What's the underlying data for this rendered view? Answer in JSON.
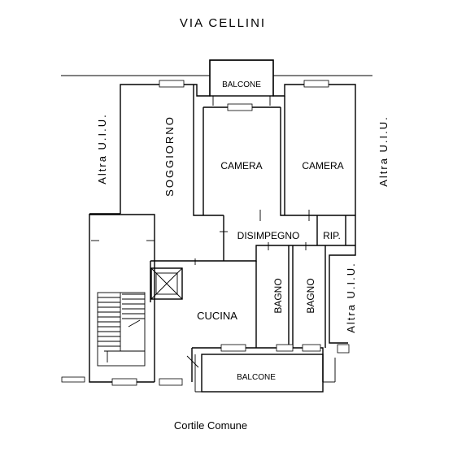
{
  "street": "VIA CELLINI",
  "courtyard": "Cortile Comune",
  "rooms": {
    "balcone_top": "BALCONE",
    "soggiorno": "SOGGIORNO",
    "camera_left": "CAMERA",
    "camera_right": "CAMERA",
    "disimpegno": "DISIMPEGNO",
    "ripostiglio": "RIP.",
    "cucina": "CUCINA",
    "bagno_left": "BAGNO",
    "bagno_right": "BAGNO",
    "balcone_bottom": "BALCONE"
  },
  "neighbors": {
    "left": "Altra U.I.U.",
    "right_top": "Altra U.I.U.",
    "right_bottom": "Altra U.I.U."
  }
}
